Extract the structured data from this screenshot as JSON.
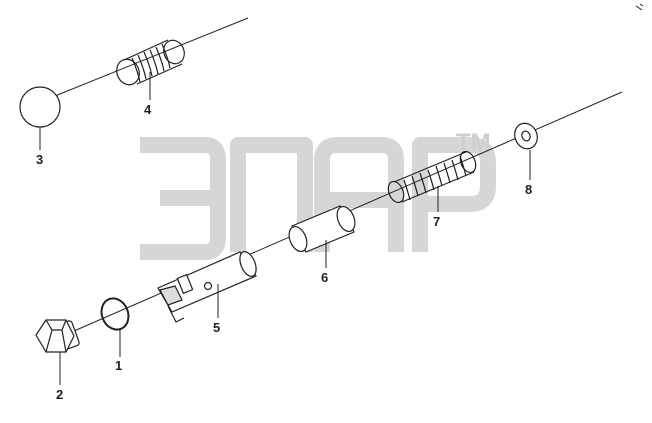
{
  "diagram": {
    "watermark": {
      "logo": "ЭПАР",
      "mark": "TM"
    },
    "callouts": [
      {
        "id": "1",
        "label": "1"
      },
      {
        "id": "2",
        "label": "2"
      },
      {
        "id": "3",
        "label": "3"
      },
      {
        "id": "4",
        "label": "4"
      },
      {
        "id": "5",
        "label": "5"
      },
      {
        "id": "6",
        "label": "6"
      },
      {
        "id": "7",
        "label": "7"
      },
      {
        "id": "8",
        "label": "8"
      }
    ]
  },
  "colors": {
    "line": "#222222",
    "watermark": "#cfcfcf",
    "background": "#ffffff"
  }
}
